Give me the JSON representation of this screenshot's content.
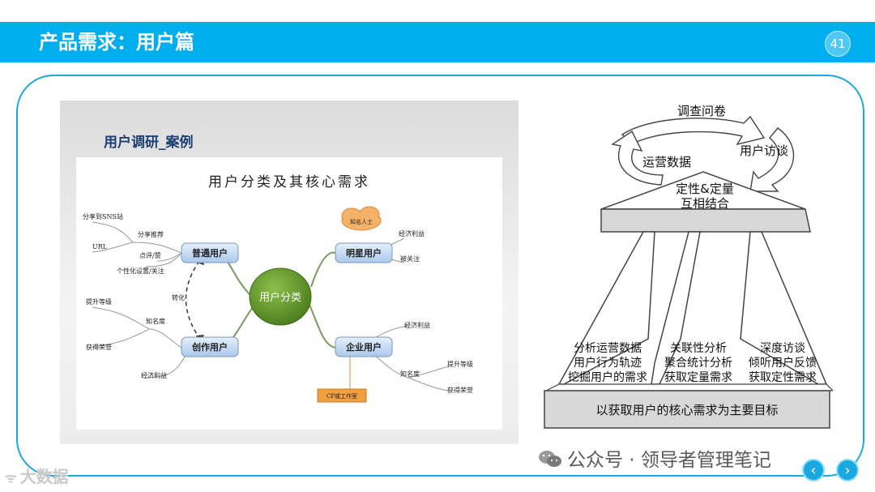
{
  "header": {
    "title": "产品需求：用户篇",
    "page_number": "41"
  },
  "left_slide": {
    "title": "用户调研_案例",
    "mindmap": {
      "title": "用户分类及其核心需求",
      "center": "用户分类",
      "nodes": {
        "normal": "普通用户",
        "star": "明星用户",
        "creator": "创作用户",
        "enterprise": "企业用户"
      },
      "labels": {
        "share_sns": "分享到SNS站",
        "share_recommend": "分享推荐",
        "url": "URL",
        "comment_like": "点评/赞",
        "personal_settings": "个性化设置/关注",
        "convert": "转化",
        "celebrity": "知名人士",
        "star_benefit": "经济利益",
        "star_followed": "被关注",
        "creator_upgrade": "提升等级",
        "creator_fame": "知名度",
        "creator_honor": "获得荣誉",
        "creator_benefit": "经济利益",
        "ent_benefit": "经济利益",
        "ent_upgrade": "提升等级",
        "ent_fame": "知名度",
        "ent_honor": "获得荣誉",
        "cp_studio": "CP或工作室"
      }
    }
  },
  "right_diagram": {
    "cycle": {
      "survey": "调查问卷",
      "interview": "用户访谈",
      "ops_data": "运营数据"
    },
    "roof": {
      "line1": "定性&定量",
      "line2": "互相结合"
    },
    "pillars": {
      "left": [
        "分析运营数据",
        "用户行为轨迹",
        "挖掘用户的需求"
      ],
      "middle": [
        "关联性分析",
        "聚合统计分析",
        "获取定量需求"
      ],
      "right": [
        "深度访谈",
        "倾听用户反馈",
        "获取定性需求"
      ]
    },
    "base": "以获取用户的核心需求为主要目标"
  },
  "watermark": "公众号 · 领导者管理笔记",
  "bottom_logo": "大数据",
  "nav": {
    "prev": "‹",
    "next": "›"
  },
  "colors": {
    "accent": "#00aeef",
    "frame": "#1aa8e0",
    "node": "#b8d4f0",
    "center": "#5a8a2a",
    "cp": "#f0a040"
  }
}
